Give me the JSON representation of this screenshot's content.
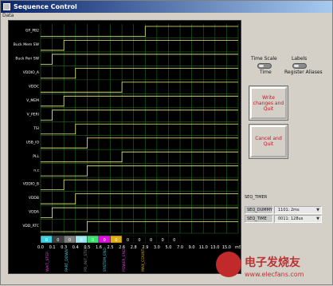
{
  "window": {
    "title": "Sequence Control",
    "menu": "Data"
  },
  "colors": {
    "signal": "#f0f080",
    "grid": "#1f6b1f",
    "plot_bg": "#000000",
    "accent_red": "#d01020"
  },
  "signals": {
    "labels": [
      "GP_PB2",
      "Buck Mem SW",
      "Buck Peri SW",
      "VDDIO_A",
      "VDDC",
      "V_MEM",
      "V_PERI",
      "TSI",
      "USB_IO",
      "PLL",
      "n.c",
      "VDDIO_B",
      "VDDB",
      "VDDA",
      "VDD_RTC"
    ]
  },
  "chart_data": {
    "type": "line",
    "title": "",
    "x_ticks": [
      "0.0",
      "0.1",
      "0.3",
      "0.4",
      "0.5",
      "1.6",
      "2.5",
      "2.6",
      "2.8",
      "2.9",
      "3.0",
      "5.0",
      "7.0",
      "9.0",
      "11.0",
      "13.0",
      "15.0",
      "mS"
    ],
    "segments": [
      {
        "label": "0",
        "color": "#40d0e0"
      },
      {
        "label": "0",
        "color": "#404040"
      },
      {
        "label": "0",
        "color": "#808080"
      },
      {
        "label": "0",
        "color": "#a0e8f0"
      },
      {
        "label": "0",
        "color": "#40e070"
      },
      {
        "label": "0",
        "color": "#e010e0"
      },
      {
        "label": "0",
        "color": "#e0b010"
      },
      {
        "label": "0",
        "color": "#000000"
      },
      {
        "label": "0",
        "color": "#000000"
      },
      {
        "label": "0",
        "color": "#000000"
      },
      {
        "label": "0",
        "color": "#000000"
      },
      {
        "label": "0",
        "color": "#000000"
      }
    ],
    "bottom_labels": [
      {
        "text": "WAIT_STEP",
        "color": "#e040e0"
      },
      {
        "text": "PART_DOWN",
        "color": "#40d0e0"
      },
      {
        "text": "PD_INIT_STEP",
        "color": "#808080"
      },
      {
        "text": "SYSTEM_END",
        "color": "#40d0e0"
      },
      {
        "text": "POWER_END",
        "color": "#e040e0"
      },
      {
        "text": "MAX_COUNT",
        "color": "#e0b010"
      }
    ],
    "step_columns": [
      9,
      2,
      1,
      3,
      7,
      2,
      1,
      3,
      4,
      7,
      4,
      2,
      3,
      1,
      4
    ]
  },
  "controls": {
    "time_scale_label": "Time Scale",
    "time_label": "Time",
    "labels_label": "Labels",
    "register_aliases_label": "Register Aliases",
    "write_button": "Write changes and Quit",
    "cancel_button": "Cancel and Quit"
  },
  "seq_timer": {
    "title": "SEQ_TIMER",
    "rows": [
      {
        "name": "SEQ_DUMMY",
        "value": "1101: 2ms"
      },
      {
        "name": "SEQ_TIME",
        "value": "0011: 128us"
      }
    ]
  },
  "watermark": {
    "text": "电子发烧友",
    "url": "www.elecfans.com"
  }
}
